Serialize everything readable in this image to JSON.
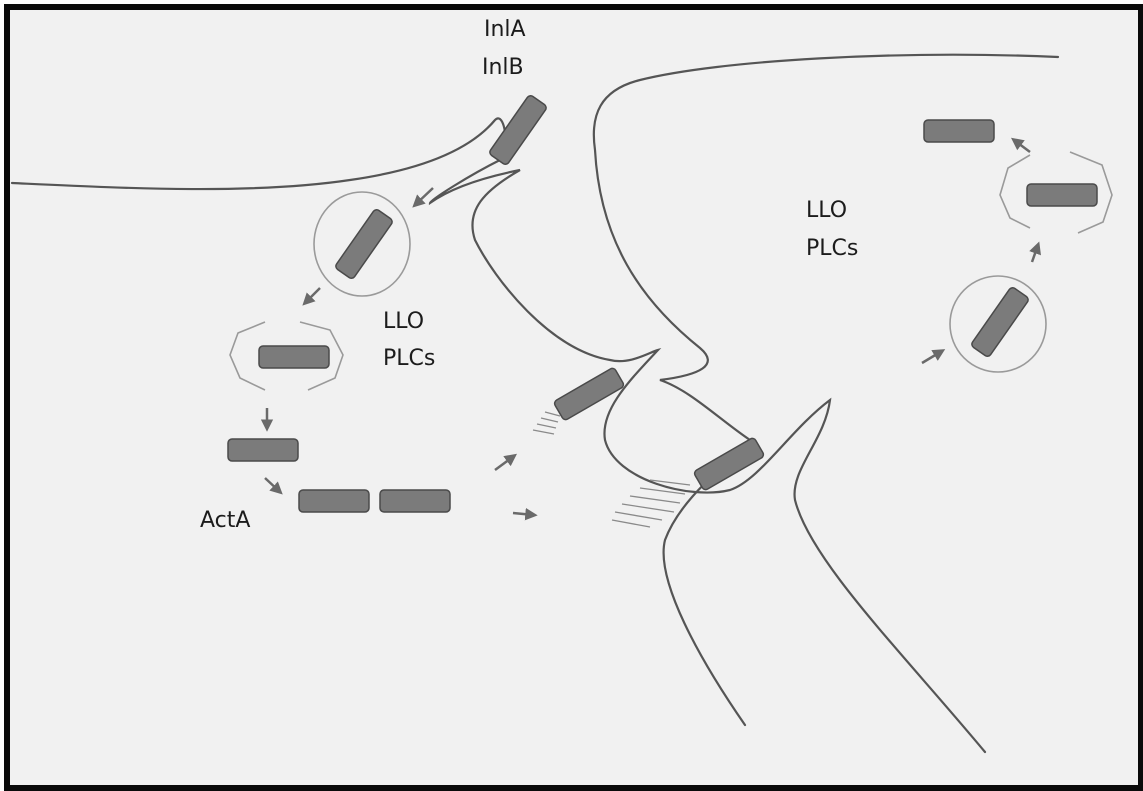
{
  "labels": {
    "inla": "InlA",
    "inlb": "InlB",
    "llo_left": "LLO",
    "plcs_left": "PLCs",
    "llo_right": "LLO",
    "plcs_right": "PLCs",
    "acta": "ActA"
  },
  "colors": {
    "membrane": "#555555",
    "bacterium_fill": "#7b7b7b",
    "bacterium_stroke": "#4a4a4a",
    "vacuole": "#9a9a9a",
    "arrow": "#6a6a6a",
    "background": "#f1f1f1",
    "border": "#0a0a0a"
  }
}
